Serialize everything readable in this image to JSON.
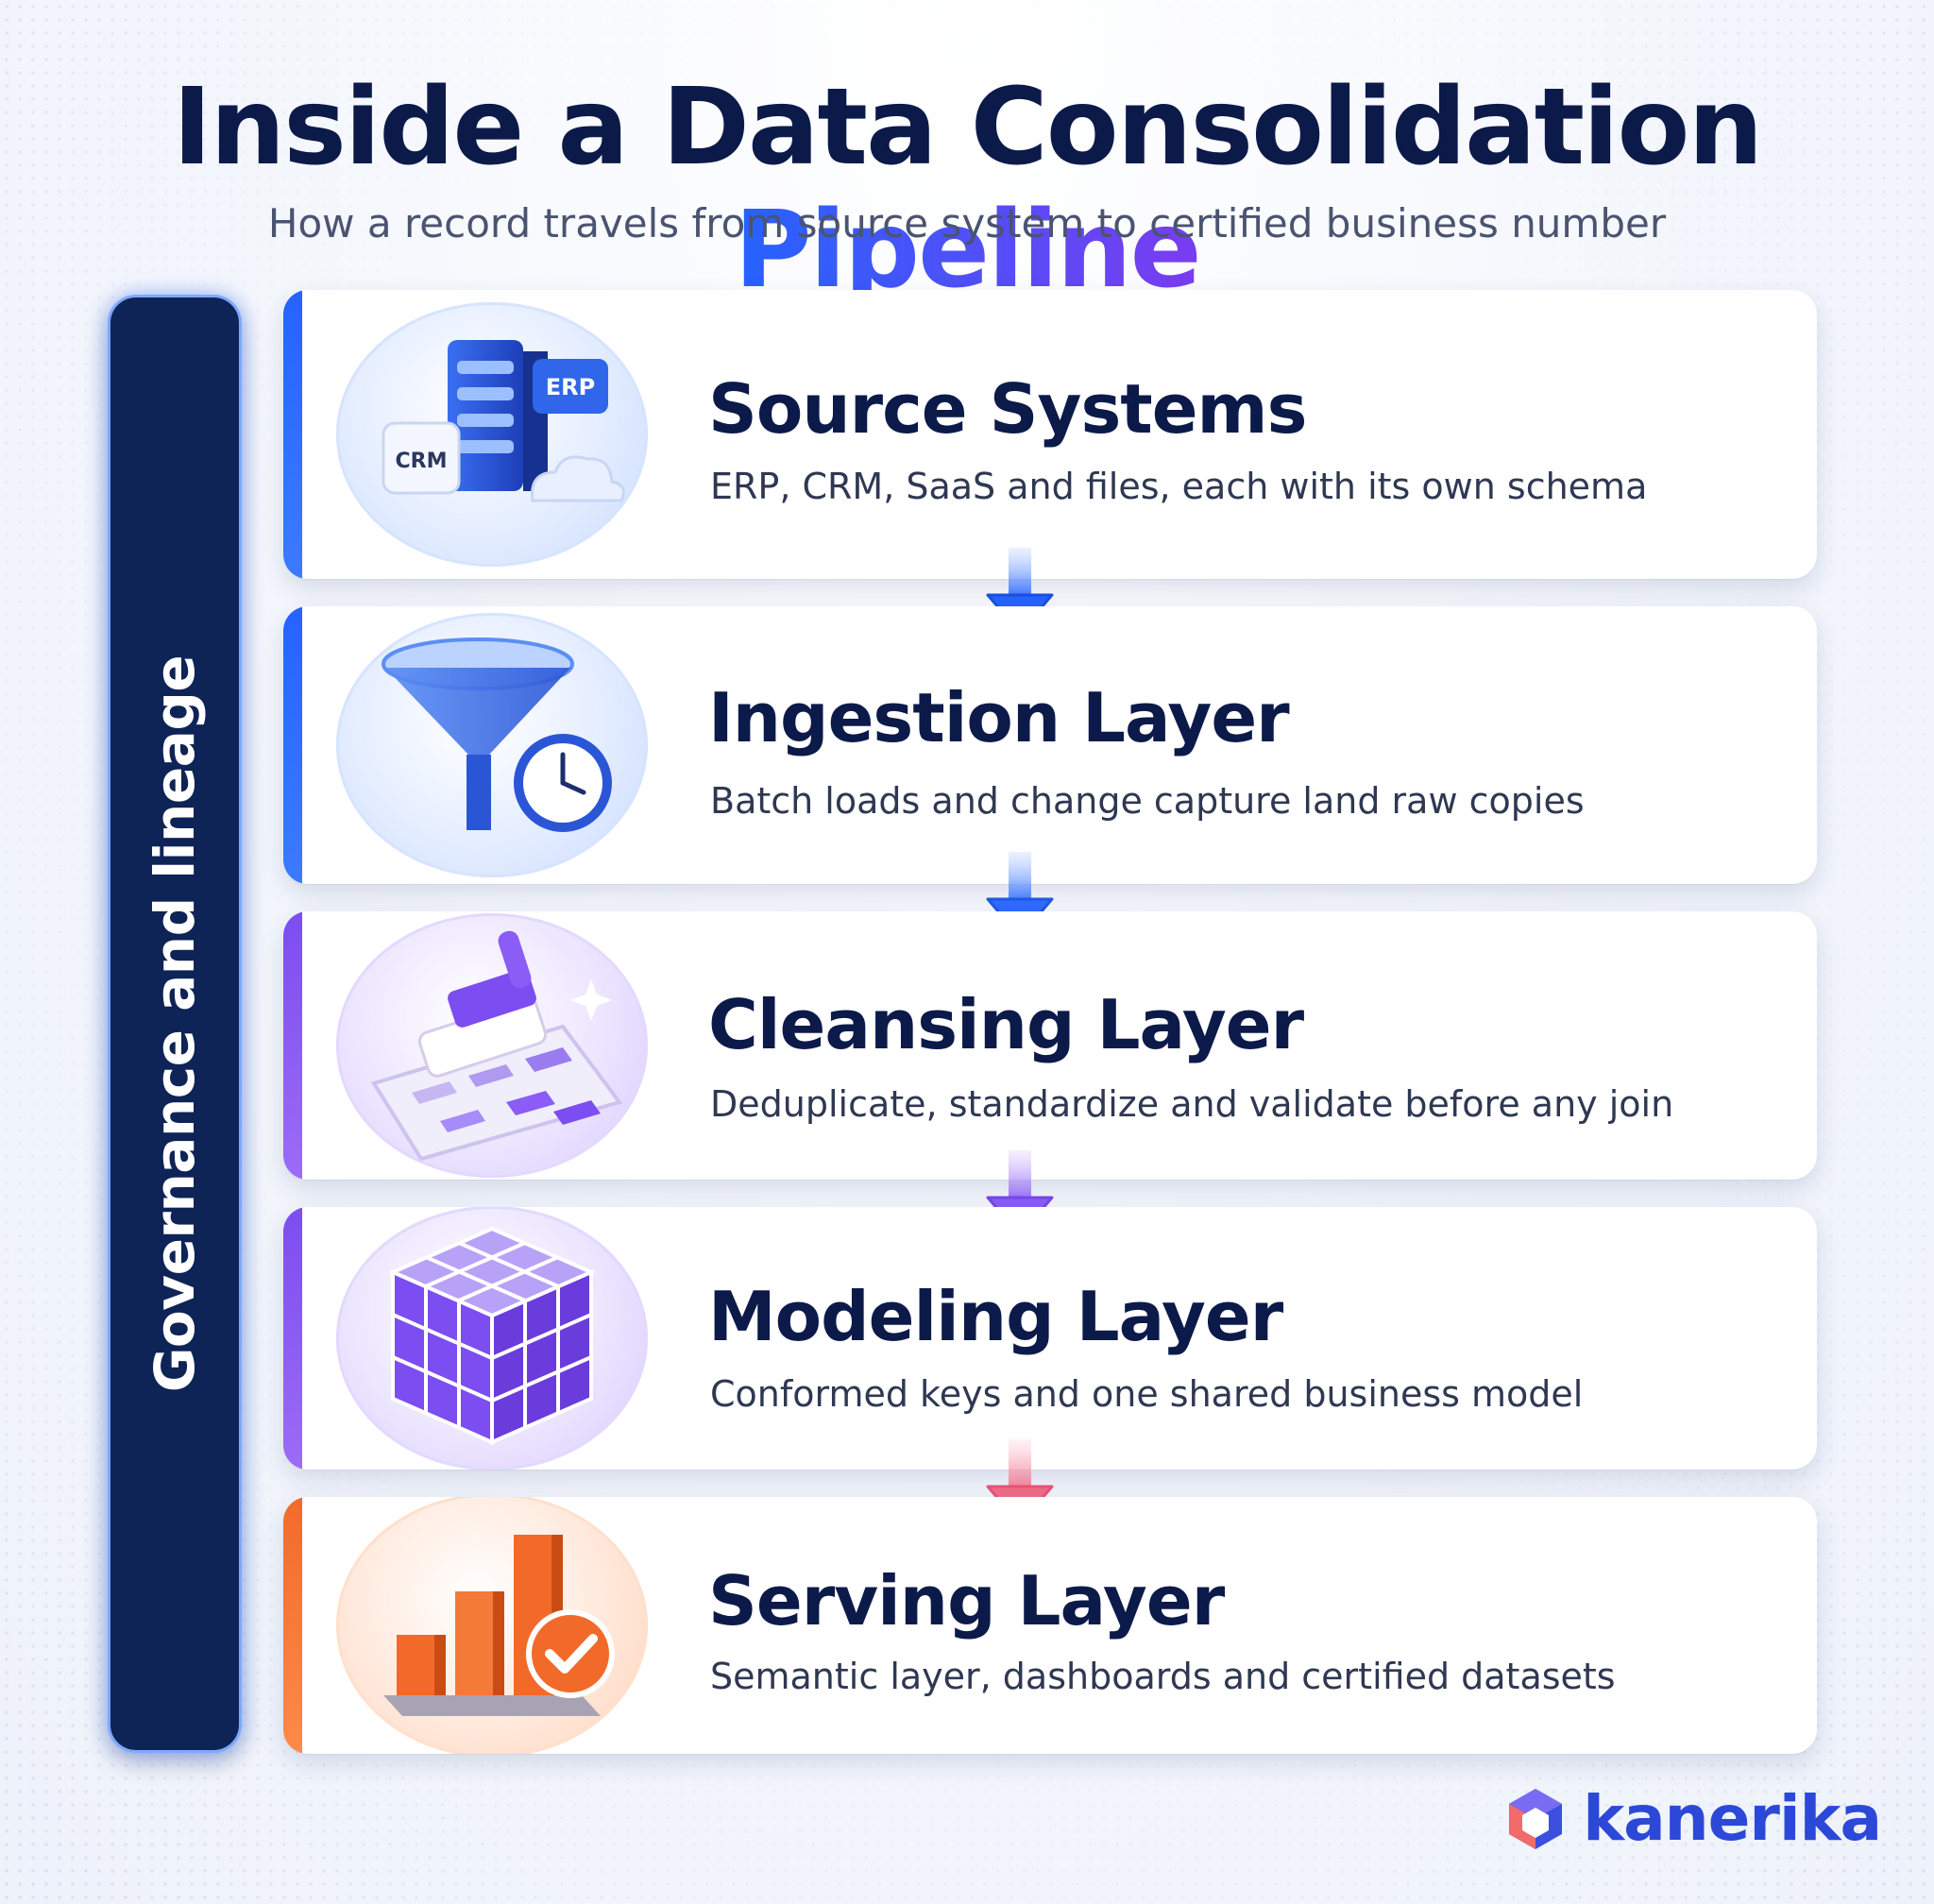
{
  "header": {
    "title_main": "Inside a Data Consolidation",
    "title_accent": "Pipeline",
    "subtitle": "How a record travels from source system to certified business number"
  },
  "sidebar": {
    "label": "Governance and lineage"
  },
  "stages": [
    {
      "title": "Source Systems",
      "description": "ERP, CRM, SaaS and files, each with its own schema",
      "icon": "server-database-icon",
      "icon_labels": {
        "erp": "ERP",
        "crm": "CRM"
      },
      "accent": "#2563ff"
    },
    {
      "title": "Ingestion Layer",
      "description": "Batch loads and change capture land raw copies",
      "icon": "funnel-clock-icon",
      "accent": "#2563ff"
    },
    {
      "title": "Cleansing Layer",
      "description": "Deduplicate, standardize and validate before any join",
      "icon": "brush-grid-icon",
      "accent": "#8b5cf6"
    },
    {
      "title": "Modeling Layer",
      "description": "Conformed keys and one shared business model",
      "icon": "cube-icon",
      "accent": "#8b5cf6"
    },
    {
      "title": "Serving Layer",
      "description": "Semantic layer, dashboards and certified datasets",
      "icon": "bar-chart-check-icon",
      "accent": "#f26a2a"
    }
  ],
  "brand": {
    "name": "kanerika",
    "icon": "hexagon-cube-logo-icon",
    "color": "#2c48d8"
  },
  "colors": {
    "navy": "#0c1a4a",
    "blue": "#2563ff",
    "purple": "#8b5cf6",
    "orange": "#f26a2a",
    "pink": "#f06c86"
  }
}
